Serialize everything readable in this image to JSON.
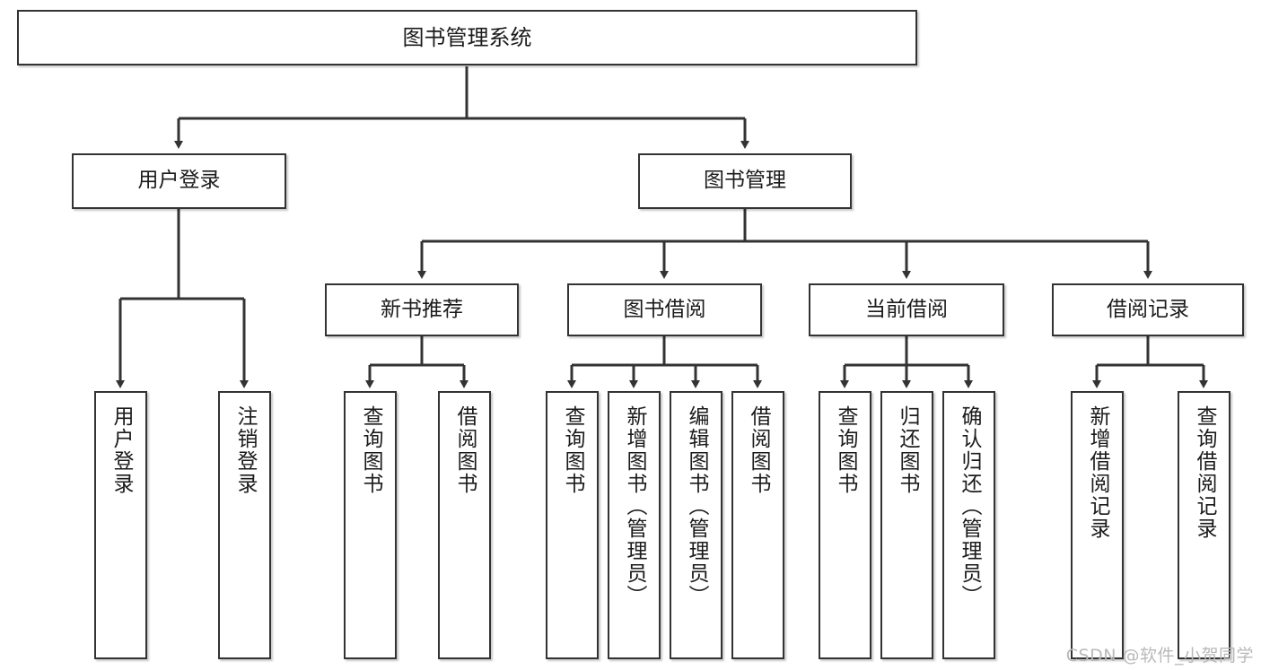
{
  "diagram": {
    "type": "tree-hierarchy-chart",
    "title": "图书管理系统",
    "watermark": "CSDN @软件_小贺同学",
    "colors": {
      "stroke": "#333333",
      "box_fill": "#ffffff",
      "text": "#1b1b1b",
      "watermark": "#b9b9b9",
      "background": "#ffffff"
    },
    "levels": {
      "root": {
        "label": "图书管理系统"
      },
      "level2": [
        {
          "label": "用户登录"
        },
        {
          "label": "图书管理"
        }
      ],
      "level3": [
        {
          "label": "新书推荐"
        },
        {
          "label": "图书借阅"
        },
        {
          "label": "当前借阅"
        },
        {
          "label": "借阅记录"
        }
      ],
      "leaves": [
        {
          "label": "用户登录",
          "parent": "用户登录"
        },
        {
          "label": "注销登录",
          "parent": "用户登录"
        },
        {
          "label": "查询图书",
          "parent": "新书推荐"
        },
        {
          "label": "借阅图书",
          "parent": "新书推荐"
        },
        {
          "label": "查询图书",
          "parent": "图书借阅"
        },
        {
          "label": "新增图书（管理员）",
          "parent": "图书借阅"
        },
        {
          "label": "编辑图书（管理员）",
          "parent": "图书借阅"
        },
        {
          "label": "借阅图书",
          "parent": "图书借阅"
        },
        {
          "label": "查询图书",
          "parent": "当前借阅"
        },
        {
          "label": "归还图书",
          "parent": "当前借阅"
        },
        {
          "label": "确认归还（管理员）",
          "parent": "当前借阅"
        },
        {
          "label": "新增借阅记录",
          "parent": "借阅记录"
        },
        {
          "label": "查询借阅记录",
          "parent": "借阅记录"
        }
      ]
    }
  }
}
